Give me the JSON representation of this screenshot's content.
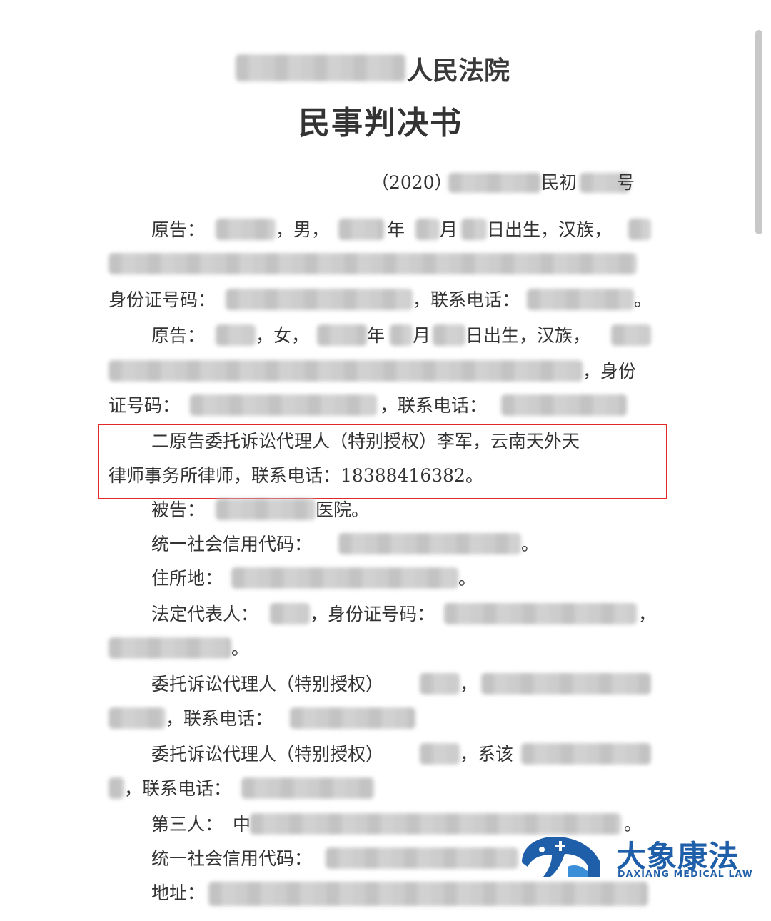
{
  "header": {
    "court_suffix": "人民法院",
    "doc_title": "民事判决书",
    "case_year": "（2020）",
    "case_mid": "民初",
    "case_end": "号"
  },
  "p1": {
    "label": "原告：",
    "gender": "，男，",
    "year": "年",
    "month": "月",
    "birth": "日出生，汉族，",
    "id_label": "身份证号码：",
    "tel_label": "，联系电话：",
    "end": "。"
  },
  "p2": {
    "label": "原告：",
    "gender": "，女，",
    "year": "年",
    "month": "月",
    "birth": "日出生，汉族，",
    "id_label_a": "，身份",
    "id_label_b": "证号码：",
    "tel_label": "，联系电话："
  },
  "agent": {
    "line1": "二原告委托诉讼代理人（特别授权）李军，云南天外天",
    "line2": "律师事务所律师，联系电话：18388416382。"
  },
  "defendant": {
    "label": "被告：",
    "suffix": "医院。",
    "credit_label": "统一社会信用代码：",
    "credit_end": "。",
    "address_label": "住所地：",
    "address_end": "。",
    "rep_label": "法定代表人：",
    "rep_id": "，身份证号码：",
    "rep_comma": "，",
    "rep_end": "。"
  },
  "def_agent1": {
    "label": "委托诉讼代理人（特别授权）",
    "comma": "，",
    "tel": "，联系电话："
  },
  "def_agent2": {
    "label": "委托诉讼代理人（特别授权）",
    "relation": "，系该",
    "tel": "，联系电话："
  },
  "third_party": {
    "label": "第三人：",
    "partial": "中",
    "end": "。",
    "credit_label": "统一社会信用代码：",
    "address_label": "地址："
  },
  "logo": {
    "cn": "大象康法",
    "en": "DAXIANG MEDICAL LAW",
    "icon": "elephant-logo-icon",
    "color": "#1f5ea8"
  }
}
